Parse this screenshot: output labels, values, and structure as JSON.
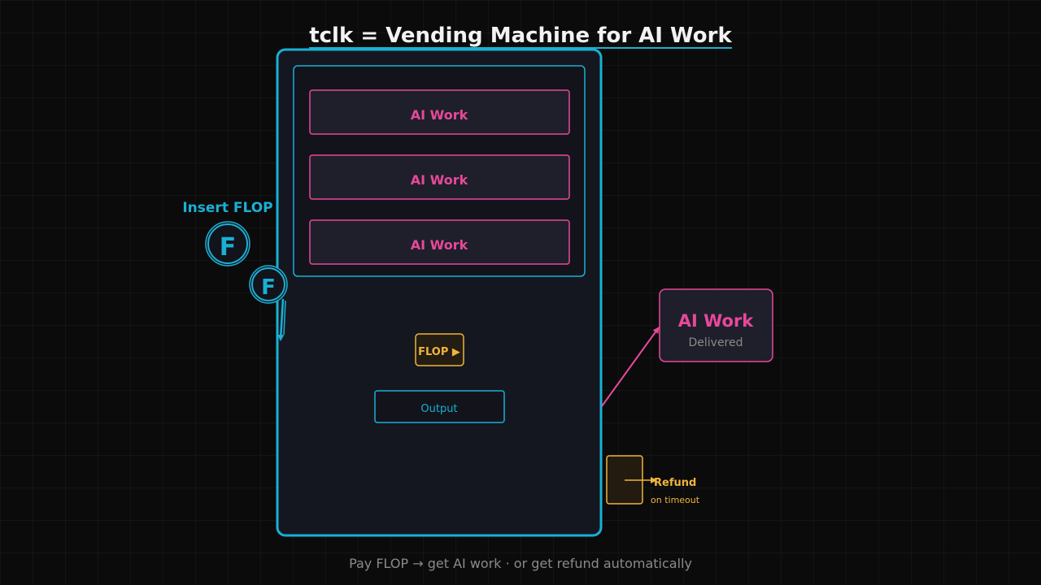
{
  "title": "tclk = Vending Machine for AI Work",
  "colors": {
    "background": "#0b0b0c",
    "cyan": "#1ab0d4",
    "pink": "#e8489a",
    "amber": "#f0b43c",
    "panel": "#151720",
    "slot_fill": "#1e1f2a",
    "text_white": "#f2f2f2",
    "text_gray": "#8a8a8a"
  },
  "machine": {
    "slots": [
      {
        "label": "AI Work"
      },
      {
        "label": "AI Work"
      },
      {
        "label": "AI Work"
      }
    ],
    "coin_slot_label": "FLOP ▶",
    "output_label": "Output"
  },
  "insert": {
    "label": "Insert FLOP",
    "coin_letter": "F"
  },
  "delivered": {
    "title": "AI Work",
    "subtitle": "Delivered"
  },
  "refund": {
    "label": "Refund",
    "sublabel": "on timeout"
  },
  "footer": "Pay FLOP → get AI work · or get refund automatically"
}
